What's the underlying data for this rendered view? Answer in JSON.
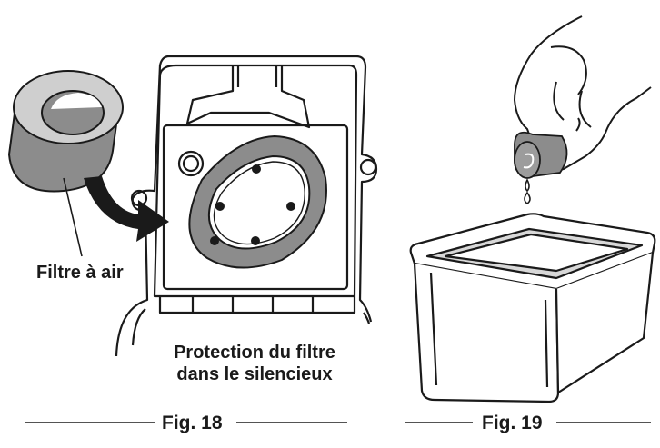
{
  "labels": {
    "air_filter": "Filtre à air",
    "filter_protection_line1": "Protection du filtre",
    "filter_protection_line2": "dans le silencieux"
  },
  "captions": {
    "fig18": "Fig. 18",
    "fig19": "Fig. 19"
  },
  "colors": {
    "ink": "#1a1a1a",
    "filter_gray": "#8c8c8c",
    "filter_light": "#cfcfcf"
  },
  "icons": [
    "air-filter-ring-icon",
    "arrow-icon",
    "muffler-cover-icon",
    "hand-icon",
    "drop-icon",
    "tray-icon"
  ]
}
